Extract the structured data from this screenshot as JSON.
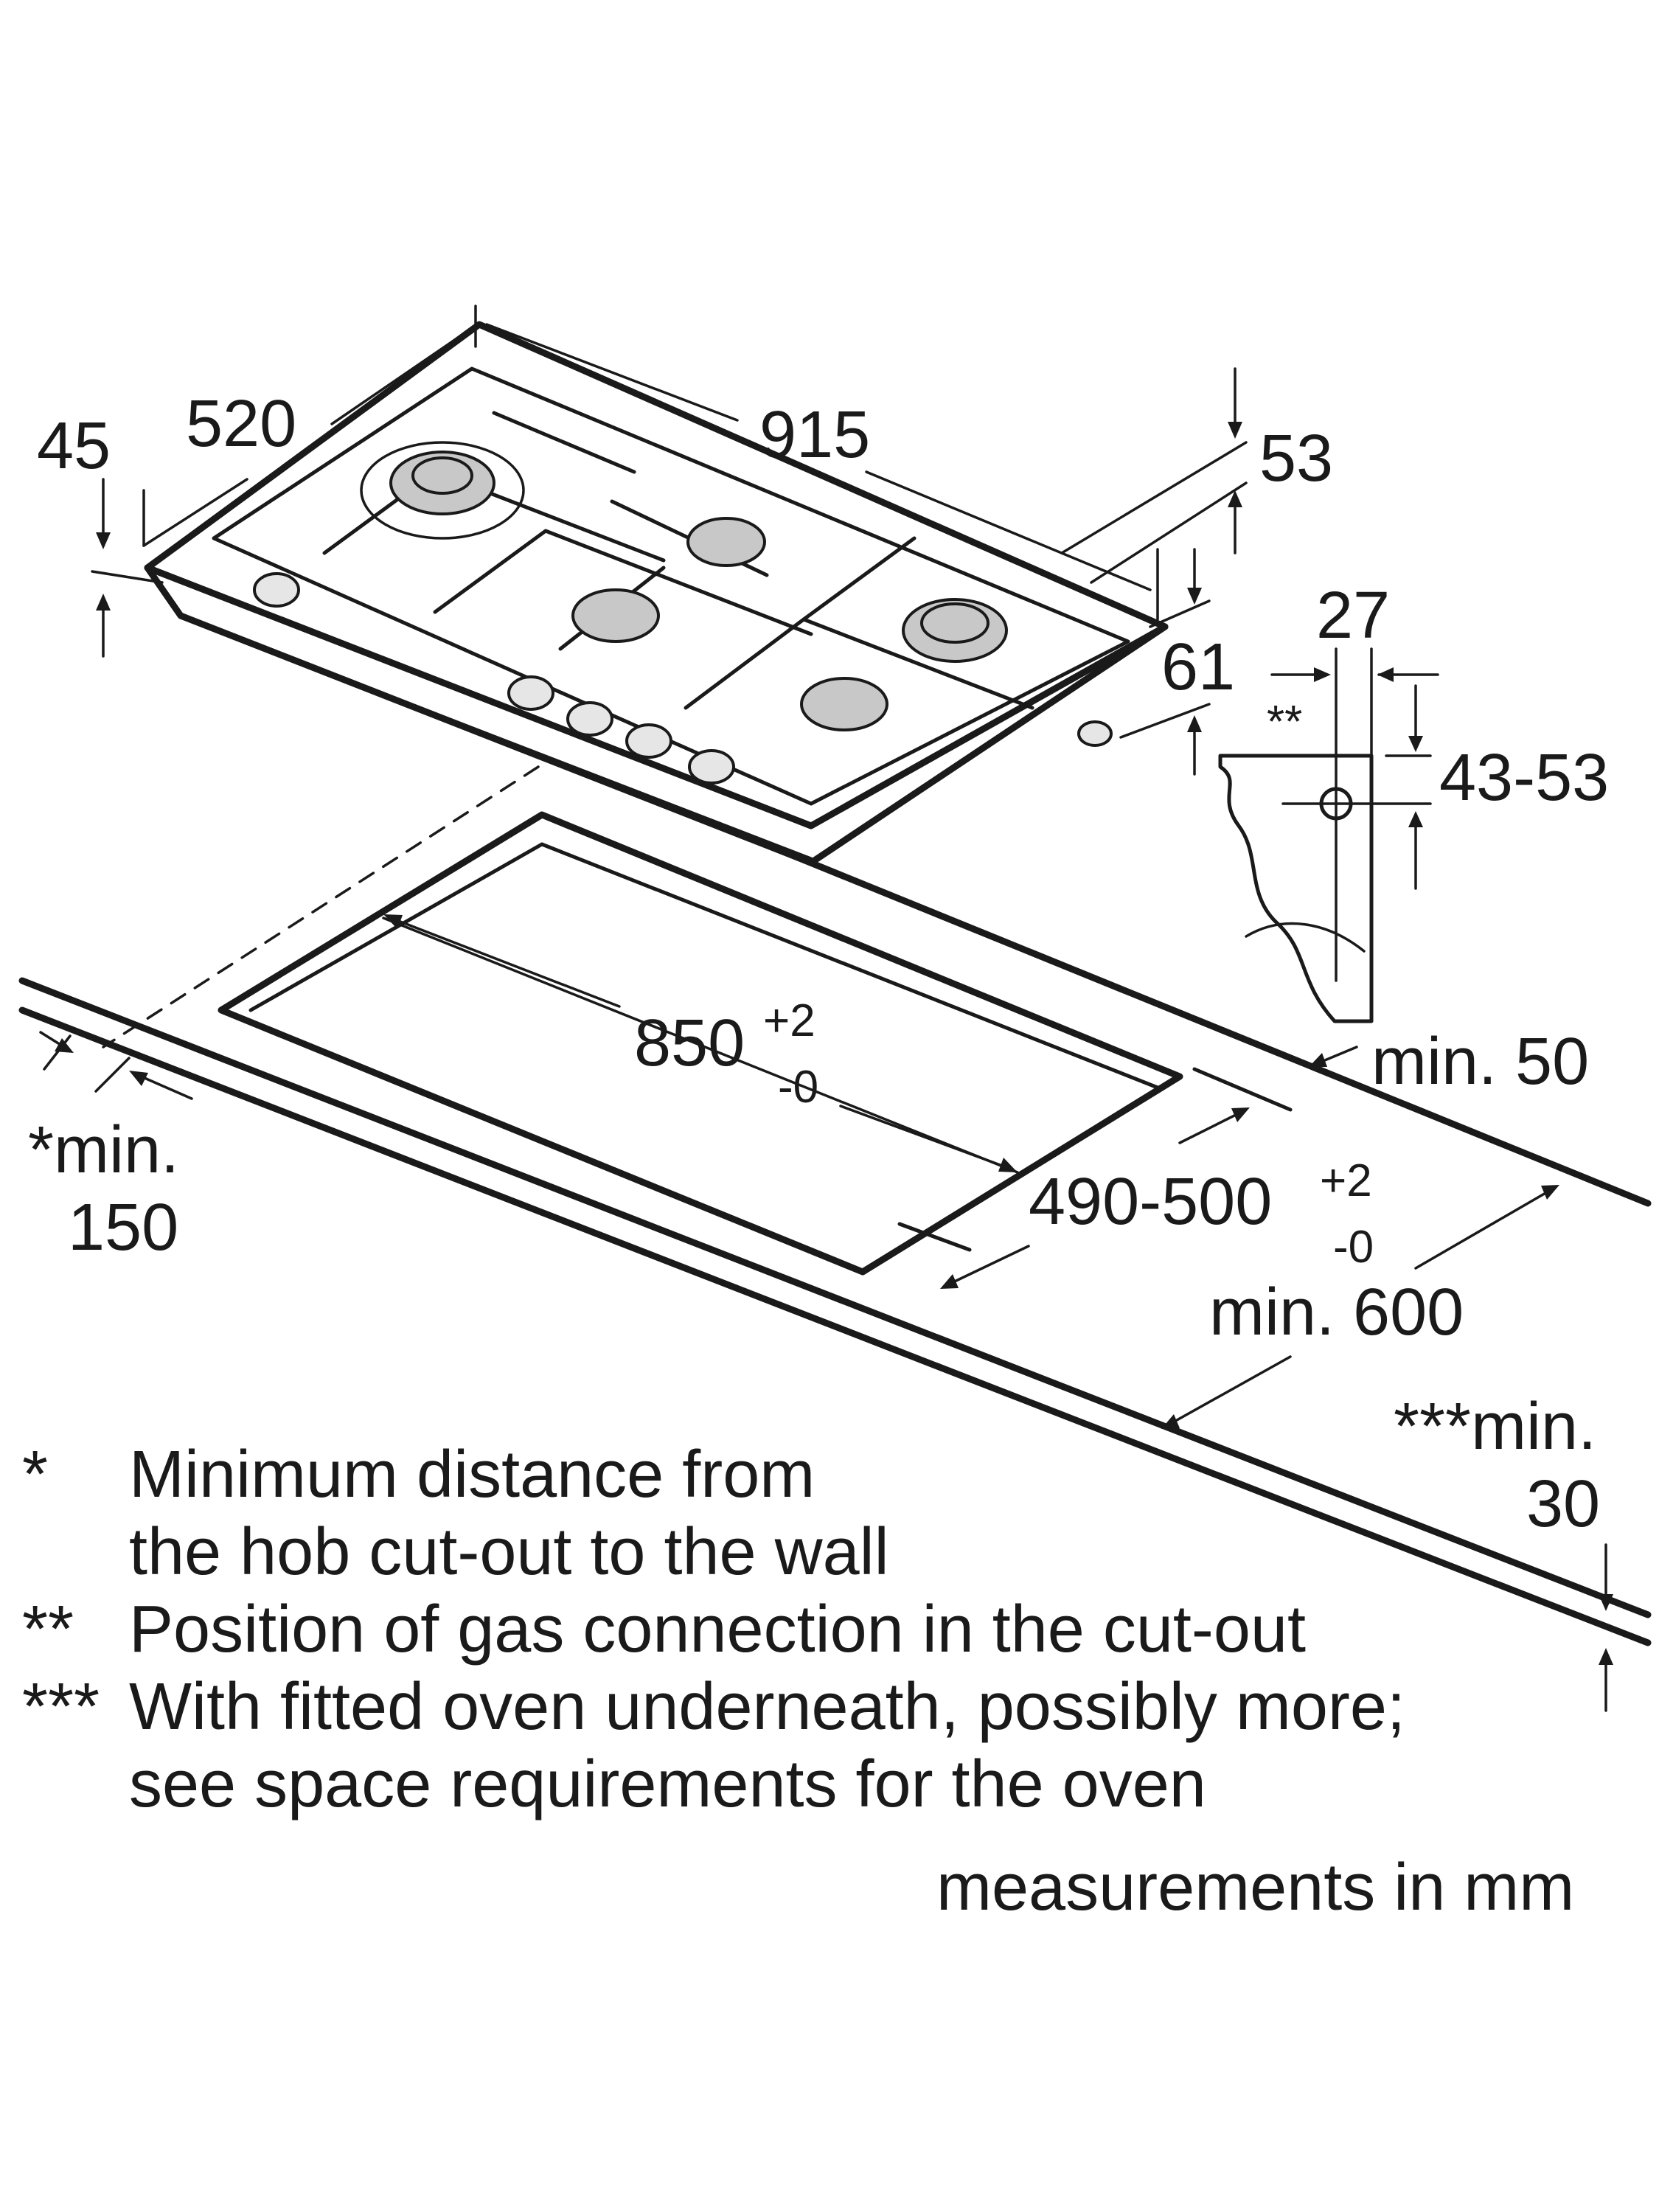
{
  "dimensions": {
    "depth_45": "45",
    "width_520": "520",
    "length_915": "915",
    "height_53": "53",
    "height_61": "61",
    "offset_27": "27",
    "gas_height": "43-53",
    "cutout_length": "850",
    "cutout_length_plus": "+2",
    "cutout_length_minus": "-0",
    "cutout_depth": "490-500",
    "cutout_depth_plus": "+2",
    "cutout_depth_minus": "-0",
    "min_50": "min. 50",
    "min_600": "min. 600",
    "min_150_line1": "*min.",
    "min_150_line2": "150",
    "min_30_line1": "***min.",
    "min_30_line2": "30",
    "gas_marker": "**"
  },
  "notes": [
    {
      "marker": "*",
      "lines": [
        "Minimum distance from",
        "the hob cut-out to the wall"
      ]
    },
    {
      "marker": "**",
      "lines": [
        "Position of gas connection in the cut-out"
      ]
    },
    {
      "marker": "***",
      "lines": [
        "With fitted oven underneath, possibly more;",
        "see space requirements for the oven"
      ]
    }
  ],
  "units_caption": "measurements in mm",
  "colors": {
    "ink": "#1a1a1a",
    "burner": "#c8c8c8",
    "background": "#ffffff"
  }
}
